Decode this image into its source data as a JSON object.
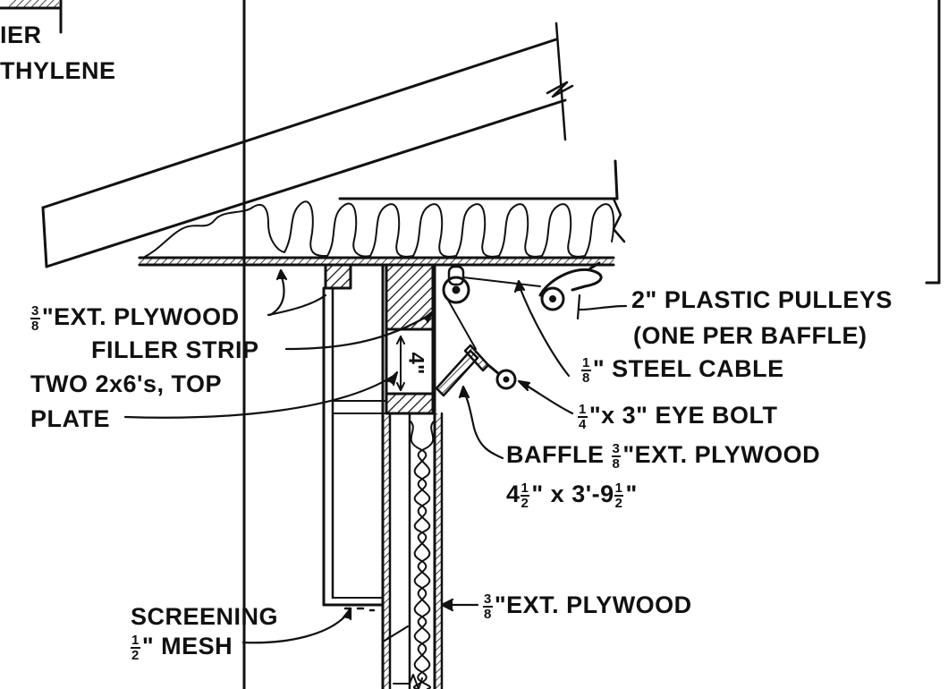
{
  "labels": {
    "frag_top_1": "IER",
    "frag_top_2": "THYLENE",
    "plywood_roof": {
      "num": "3",
      "den": "8",
      "suffix": "\"EXT. PLYWOOD"
    },
    "filler_strip": "FILLER STRIP",
    "two_2x6_line1": "TWO 2x6's, TOP",
    "two_2x6_line2": "PLATE",
    "pulleys_line1": "2\" PLASTIC PULLEYS",
    "pulleys_line2": "(ONE PER BAFFLE)",
    "cable": {
      "num": "1",
      "den": "8",
      "suffix": "\" STEEL CABLE"
    },
    "eye_bolt": {
      "num": "1",
      "den": "4",
      "suffix": "\"x 3\" EYE BOLT"
    },
    "baffle_line1": {
      "prefix": "BAFFLE ",
      "num": "3",
      "den": "8",
      "suffix": "\"EXT. PLYWOOD"
    },
    "baffle_line2": {
      "p1": "4",
      "f1num": "1",
      "f1den": "2",
      "p2": "\" x 3'-9",
      "f2num": "1",
      "f2den": "2",
      "p3": "\""
    },
    "plywood_wall": {
      "num": "3",
      "den": "8",
      "suffix": "\"EXT. PLYWOOD"
    },
    "screening_line1": "SCREENING",
    "screening_line2": {
      "num": "1",
      "den": "2",
      "suffix": "\" MESH"
    },
    "dim_four": "4\""
  },
  "colors": {
    "ink": "#111111",
    "paper": "#ffffff"
  }
}
